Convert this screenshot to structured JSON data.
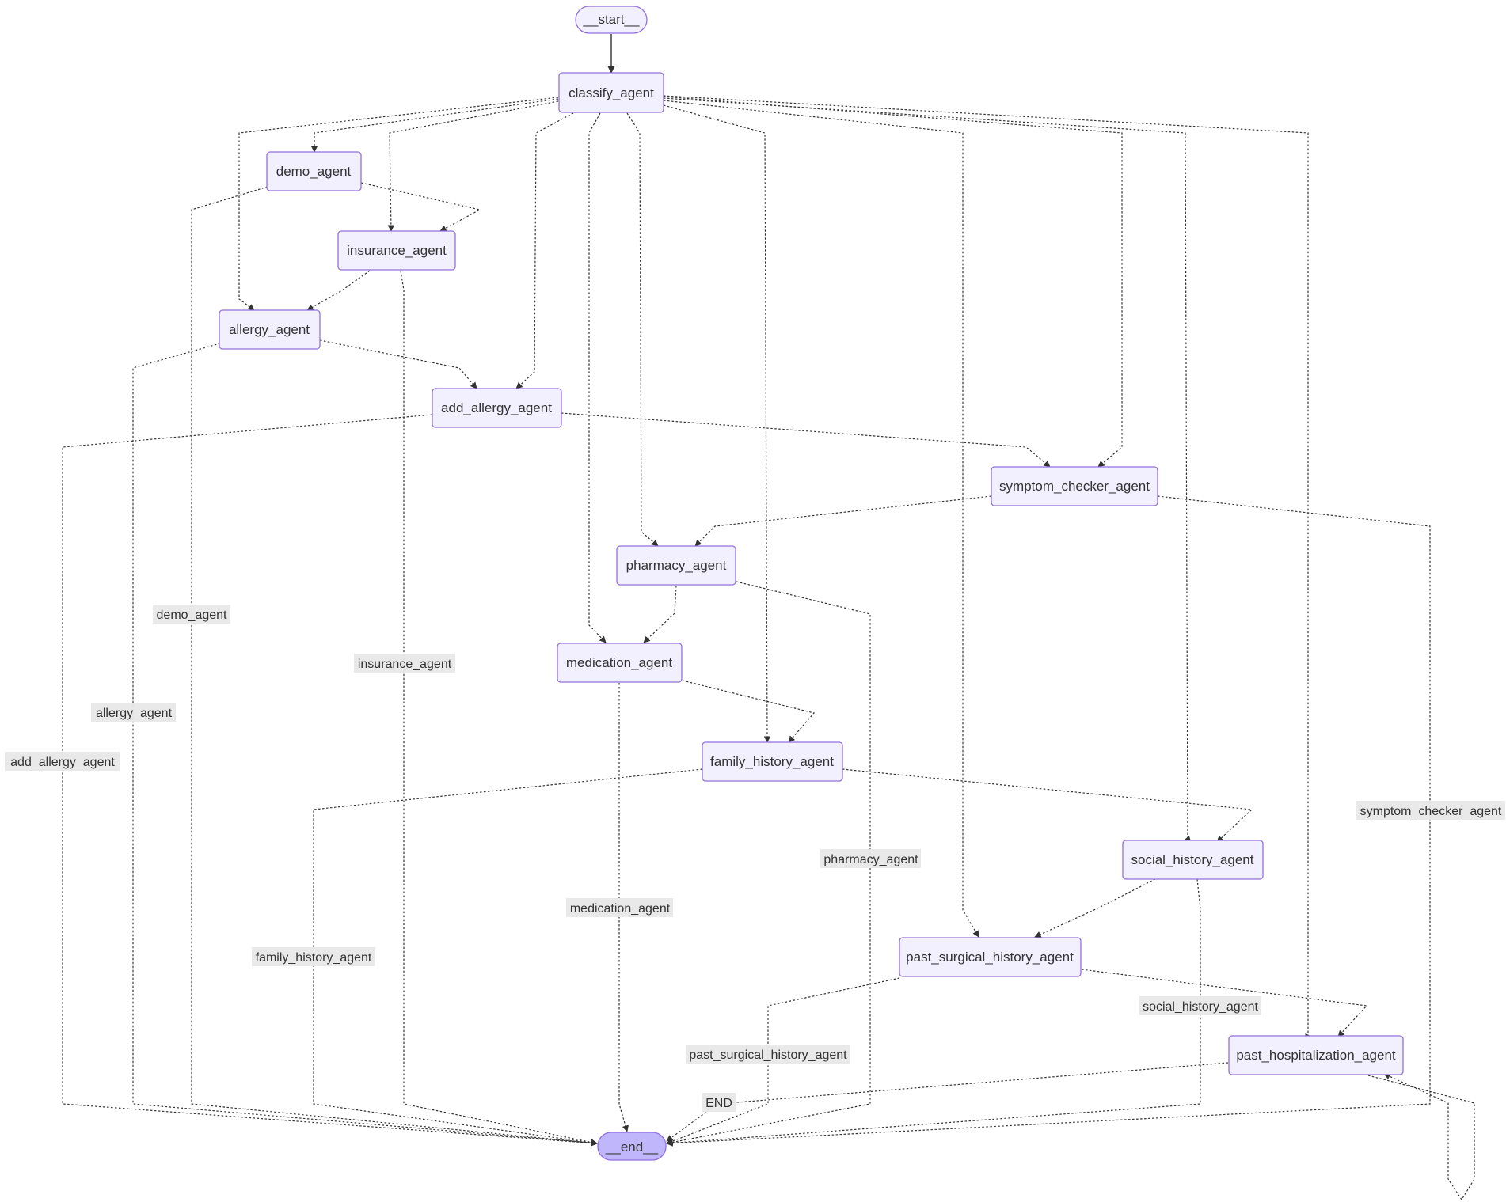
{
  "nodes": [
    {
      "id": "start",
      "label": "__start__",
      "kind": "start"
    },
    {
      "id": "classify",
      "label": "classify_agent"
    },
    {
      "id": "demo",
      "label": "demo_agent"
    },
    {
      "id": "insurance",
      "label": "insurance_agent"
    },
    {
      "id": "allergy",
      "label": "allergy_agent"
    },
    {
      "id": "add_allergy",
      "label": "add_allergy_agent"
    },
    {
      "id": "symptom",
      "label": "symptom_checker_agent"
    },
    {
      "id": "pharmacy",
      "label": "pharmacy_agent"
    },
    {
      "id": "medication",
      "label": "medication_agent"
    },
    {
      "id": "family",
      "label": "family_history_agent"
    },
    {
      "id": "social",
      "label": "social_history_agent"
    },
    {
      "id": "surgical",
      "label": "past_surgical_history_agent"
    },
    {
      "id": "hospitalization",
      "label": "past_hospitalization_agent"
    },
    {
      "id": "end",
      "label": "__end__",
      "kind": "end"
    }
  ],
  "edges": [
    {
      "from": "start",
      "to": "classify",
      "style": "solid"
    },
    {
      "from": "classify",
      "to": "demo"
    },
    {
      "from": "classify",
      "to": "insurance"
    },
    {
      "from": "classify",
      "to": "allergy"
    },
    {
      "from": "classify",
      "to": "add_allergy"
    },
    {
      "from": "classify",
      "to": "symptom"
    },
    {
      "from": "classify",
      "to": "pharmacy"
    },
    {
      "from": "classify",
      "to": "medication"
    },
    {
      "from": "classify",
      "to": "family"
    },
    {
      "from": "classify",
      "to": "social"
    },
    {
      "from": "classify",
      "to": "surgical"
    },
    {
      "from": "classify",
      "to": "hospitalization"
    },
    {
      "from": "demo",
      "to": "insurance"
    },
    {
      "from": "insurance",
      "to": "allergy"
    },
    {
      "from": "allergy",
      "to": "add_allergy"
    },
    {
      "from": "add_allergy",
      "to": "symptom"
    },
    {
      "from": "symptom",
      "to": "pharmacy"
    },
    {
      "from": "pharmacy",
      "to": "medication"
    },
    {
      "from": "medication",
      "to": "family"
    },
    {
      "from": "family",
      "to": "social"
    },
    {
      "from": "social",
      "to": "surgical"
    },
    {
      "from": "surgical",
      "to": "hospitalization"
    },
    {
      "from": "hospitalization",
      "to": "hospitalization"
    },
    {
      "from": "demo",
      "to": "end",
      "label": "demo_agent"
    },
    {
      "from": "insurance",
      "to": "end",
      "label": "insurance_agent"
    },
    {
      "from": "allergy",
      "to": "end",
      "label": "allergy_agent"
    },
    {
      "from": "add_allergy",
      "to": "end",
      "label": "add_allergy_agent"
    },
    {
      "from": "symptom",
      "to": "end",
      "label": "symptom_checker_agent"
    },
    {
      "from": "pharmacy",
      "to": "end",
      "label": "pharmacy_agent"
    },
    {
      "from": "medication",
      "to": "end",
      "label": "medication_agent"
    },
    {
      "from": "family",
      "to": "end",
      "label": "family_history_agent"
    },
    {
      "from": "social",
      "to": "end",
      "label": "social_history_agent"
    },
    {
      "from": "surgical",
      "to": "end",
      "label": "past_surgical_history_agent"
    },
    {
      "from": "hospitalization",
      "to": "end",
      "label": "END"
    }
  ],
  "colors": {
    "node_fill": "#f2f0ff",
    "node_stroke": "#9370db",
    "end_fill": "#bfb6fc",
    "edge": "#333333",
    "label_bg": "#e8e8e8",
    "text": "#333333"
  }
}
